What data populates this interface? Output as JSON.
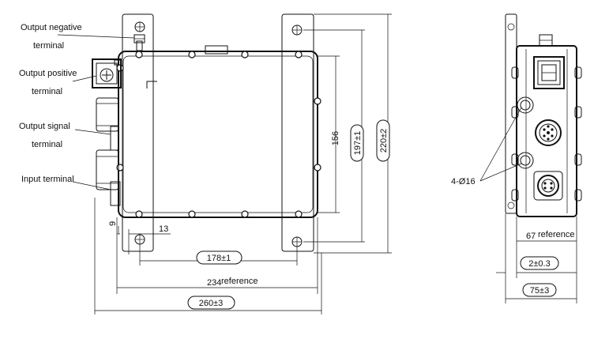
{
  "callouts": {
    "output_negative": [
      "Output negative",
      "terminal"
    ],
    "output_positive": [
      "Output positive",
      "terminal"
    ],
    "output_signal": [
      "Output signal",
      "terminal"
    ],
    "input_terminal": "Input terminal"
  },
  "dimensions": {
    "width_overall": "260±3",
    "width_reference": "234",
    "width_reference_suffix": "reference",
    "width_holes": "178±1",
    "offset_13": "13",
    "offset_9": "9",
    "height_body": "156",
    "height_holes": "197±1",
    "height_overall": "220±2",
    "hole_diameter": "4-Ø16",
    "depth_reference": "67",
    "depth_reference_suffix": "reference",
    "flange_thickness": "2±0.3",
    "depth_overall": "75±3"
  }
}
